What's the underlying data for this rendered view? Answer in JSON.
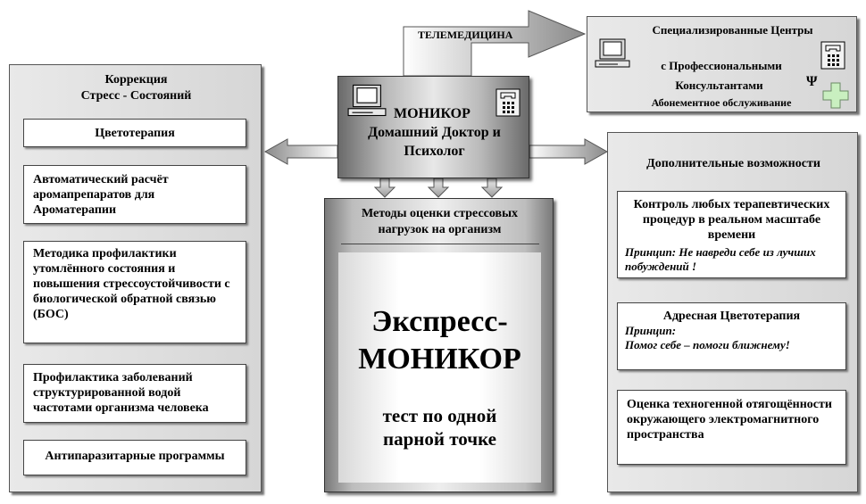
{
  "telemedicine_label": "ТЕЛЕМЕДИЦИНА",
  "centers": {
    "line1": "Специализированные Центры",
    "line2": "с Профессиональными",
    "line3": "Консультантами",
    "line4": "Абонементное обслуживание",
    "psi": "Ψ"
  },
  "hub": {
    "line1": "МОНИКОР",
    "line2": "Домашний Доктор и",
    "line3": "Психолог"
  },
  "left": {
    "title1": "Коррекция",
    "title2": "Стресс - Состояний",
    "items": [
      "Цветотерапия",
      "Автоматический расчёт аромапрепаратов для Аромaтерапии",
      "Методика профилактики утомлённого состояния и повышения стрессоустойчивости с биологической обратной связью (БОС)",
      "Профилактика заболеваний структурированной водой частотами организма человека",
      "Антипаразитарные программы"
    ]
  },
  "center": {
    "header1": "Методы оценки стрессовых",
    "header2": "нагрузок на организм",
    "big1": "Экспресс-",
    "big2": "МОНИКОР",
    "sub1": "тест по одной",
    "sub2": "парной точке"
  },
  "right": {
    "title": "Дополнительные возможности",
    "box1": {
      "title": "Контроль любых терапевтических процедур в реальном масштабе времени",
      "note": "Принцип: Не навреди себе из лучших побуждений !"
    },
    "box2": {
      "title": "Адресная Цветотерапия",
      "note1": "Принцип:",
      "note2": "Помог себе – помоги ближнему!"
    },
    "box3": "Оценка техногенной отягощённости окружающего электромагнитного пространства"
  }
}
